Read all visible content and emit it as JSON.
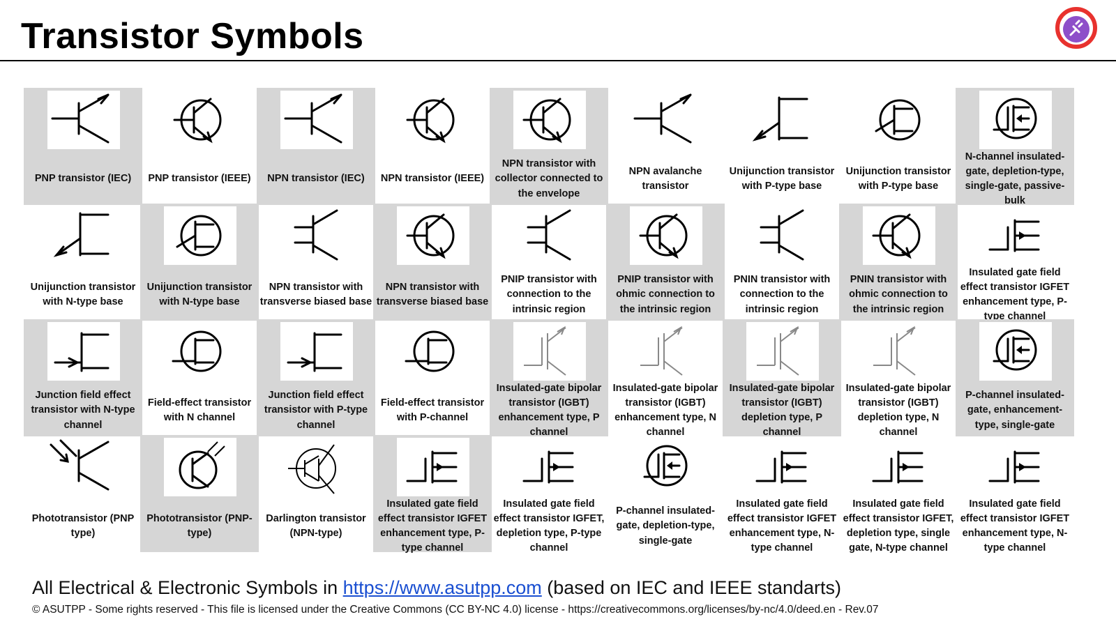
{
  "header": {
    "title": "Transistor Symbols"
  },
  "symbols": [
    {
      "label": "PNP transistor (IEC)",
      "kind": "bjt-iec",
      "gray": true
    },
    {
      "label": "PNP transistor (IEEE)",
      "kind": "bjt-ieee",
      "gray": false
    },
    {
      "label": "NPN transistor (IEC)",
      "kind": "bjt-iec",
      "gray": true
    },
    {
      "label": "NPN transistor (IEEE)",
      "kind": "bjt-ieee",
      "gray": false
    },
    {
      "label": "NPN transistor with collector connected to the envelope",
      "kind": "bjt-ieee",
      "gray": true
    },
    {
      "label": "NPN avalanche transistor",
      "kind": "bjt-iec",
      "gray": false
    },
    {
      "label": "Unijunction transistor with P-type base",
      "kind": "ujt",
      "gray": false
    },
    {
      "label": "Unijunction transistor with P-type base",
      "kind": "ujt-circle",
      "gray": false
    },
    {
      "label": "N-channel insulated-gate, depletion-type, single-gate, passive-bulk",
      "kind": "mosfet-circle",
      "gray": true
    },
    {
      "label": "Unijunction transistor with N-type base",
      "kind": "ujt",
      "gray": false
    },
    {
      "label": "Unijunction transistor with N-type base",
      "kind": "ujt-circle",
      "gray": true
    },
    {
      "label": "NPN transistor with transverse biased base",
      "kind": "bjt-tb",
      "gray": false
    },
    {
      "label": "NPN transistor with transverse biased base",
      "kind": "bjt-ieee",
      "gray": true
    },
    {
      "label": "PNIP transistor with connection to the intrinsic region",
      "kind": "bjt-tb",
      "gray": false
    },
    {
      "label": "PNIP transistor with ohmic connection to the intrinsic region",
      "kind": "bjt-ieee",
      "gray": true
    },
    {
      "label": "PNIN transistor with connection to the intrinsic region",
      "kind": "bjt-tb",
      "gray": false
    },
    {
      "label": "PNIN transistor with ohmic connection to the intrinsic region",
      "kind": "bjt-ieee",
      "gray": true
    },
    {
      "label": "Insulated gate field effect transistor IGFET enhancement type, P-type channel",
      "kind": "igfet",
      "gray": false
    },
    {
      "label": "Junction field effect transistor with N-type channel",
      "kind": "jfet",
      "gray": true
    },
    {
      "label": "Field-effect transistor with N channel",
      "kind": "jfet-circle",
      "gray": false
    },
    {
      "label": "Junction field effect transistor with P-type channel",
      "kind": "jfet",
      "gray": true
    },
    {
      "label": "Field-effect transistor with P-channel",
      "kind": "jfet-circle",
      "gray": false
    },
    {
      "label": "Insulated-gate bipolar transistor (IGBT) enhancement type, P channel",
      "kind": "igbt",
      "gray": true
    },
    {
      "label": "Insulated-gate bipolar transistor (IGBT) enhancement type, N channel",
      "kind": "igbt",
      "gray": false
    },
    {
      "label": "Insulated-gate bipolar transistor (IGBT) depletion type, P channel",
      "kind": "igbt",
      "gray": true
    },
    {
      "label": "Insulated-gate bipolar transistor (IGBT) depletion type, N channel",
      "kind": "igbt",
      "gray": false
    },
    {
      "label": "P-channel insulated-gate, enhancement-type, single-gate",
      "kind": "mosfet-circle",
      "gray": true
    },
    {
      "label": "Phototransistor (PNP type)",
      "kind": "photo",
      "gray": false
    },
    {
      "label": "Phototransistor (PNP-type)",
      "kind": "photo-circle",
      "gray": true
    },
    {
      "label": "Darlington transistor (NPN-type)",
      "kind": "darlington",
      "gray": false
    },
    {
      "label": "Insulated gate field effect transistor IGFET enhancement type, P-type channel",
      "kind": "igfet",
      "gray": true
    },
    {
      "label": "Insulated gate field effect transistor IGFET, depletion type, P-type channel",
      "kind": "igfet",
      "gray": false
    },
    {
      "label": "P-channel insulated-gate, depletion-type, single-gate",
      "kind": "mosfet-circle",
      "gray": false
    },
    {
      "label": "Insulated gate field effect transistor IGFET enhancement type, N-type channel",
      "kind": "igfet",
      "gray": false
    },
    {
      "label": "Insulated gate field effect transistor IGFET, depletion type, single gate, N-type channel",
      "kind": "igfet",
      "gray": false
    },
    {
      "label": "Insulated gate field effect transistor IGFET enhancement type, N-type channel",
      "kind": "igfet",
      "gray": false
    }
  ],
  "footer": {
    "prefix": "All Electrical & Electronic Symbols in ",
    "link_text": "https://www.asutpp.com",
    "suffix": " (based on IEC and IEEE standarts)",
    "license": "© ASUTPP - Some rights reserved - This file is licensed under the Creative Commons (CC BY-NC 4.0) license - https://creativecommons.org/licenses/by-nc/4.0/deed.en - Rev.07"
  },
  "colors": {
    "cell_gray": "#d6d6d6",
    "link": "#1a4fd1",
    "logo_ring": "#e8322e",
    "logo_inner": "#8e4fc9"
  }
}
